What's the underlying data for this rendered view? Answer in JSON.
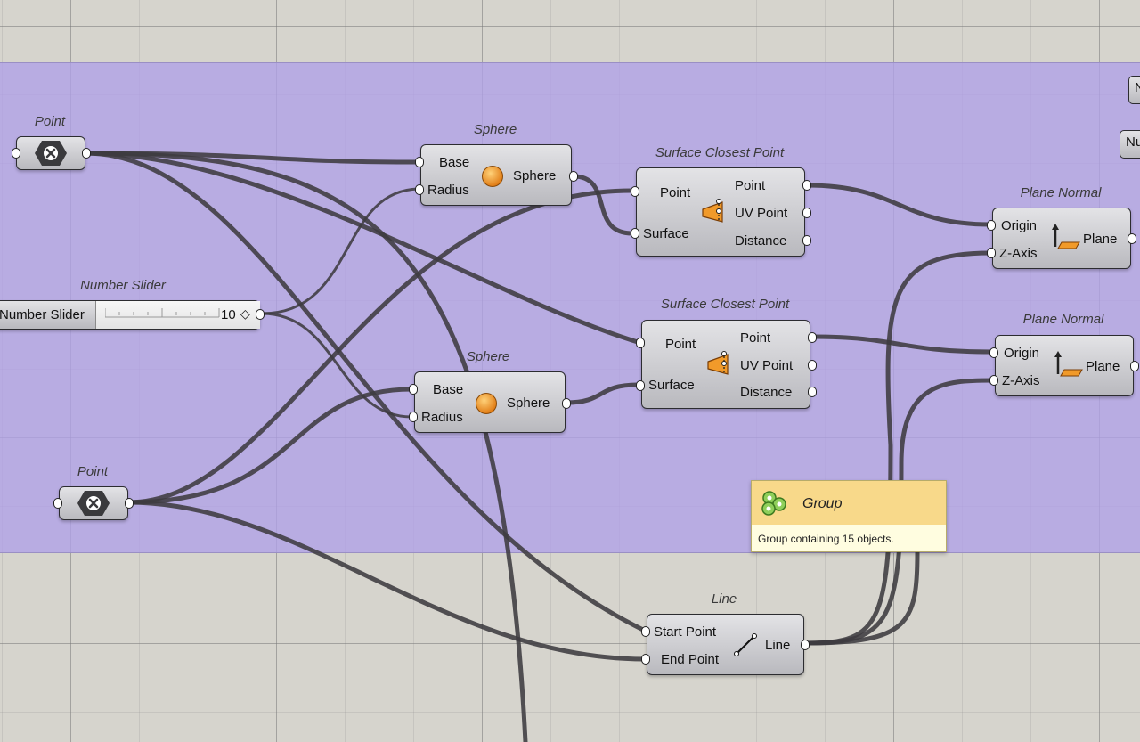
{
  "canvas": {
    "group_color": "#b0a0e8",
    "wire_color": "#3d3b40"
  },
  "components": {
    "point1": {
      "title": "Point",
      "icon": "point-param-icon"
    },
    "point2": {
      "title": "Point",
      "icon": "point-param-icon"
    },
    "slider": {
      "title": "Number Slider",
      "label": "Number Slider",
      "value": "10",
      "value_marker": "◇"
    },
    "sphere1": {
      "title": "Sphere",
      "inputs": [
        "Base",
        "Radius"
      ],
      "output": "Sphere",
      "icon": "sphere-icon"
    },
    "sphere2": {
      "title": "Sphere",
      "inputs": [
        "Base",
        "Radius"
      ],
      "output": "Sphere",
      "icon": "sphere-icon"
    },
    "scp1": {
      "title": "Surface Closest Point",
      "inputs": [
        "Point",
        "Surface"
      ],
      "outputs": [
        "Point",
        "UV Point",
        "Distance"
      ],
      "icon": "surface-closest-point-icon"
    },
    "scp2": {
      "title": "Surface Closest Point",
      "inputs": [
        "Point",
        "Surface"
      ],
      "outputs": [
        "Point",
        "UV Point",
        "Distance"
      ],
      "icon": "surface-closest-point-icon"
    },
    "pn1": {
      "title": "Plane Normal",
      "inputs": [
        "Origin",
        "Z-Axis"
      ],
      "output": "Plane",
      "icon": "plane-normal-icon"
    },
    "pn2": {
      "title": "Plane Normal",
      "inputs": [
        "Origin",
        "Z-Axis"
      ],
      "output": "Plane",
      "icon": "plane-normal-icon"
    },
    "line": {
      "title": "Line",
      "inputs": [
        "Start Point",
        "End Point"
      ],
      "output": "Line",
      "icon": "line-icon"
    },
    "edge1": {
      "label": "N"
    },
    "edge2": {
      "label": "Nu"
    }
  },
  "tooltip": {
    "title": "Group",
    "description": "Group containing 15 objects.",
    "icon": "group-icon"
  }
}
